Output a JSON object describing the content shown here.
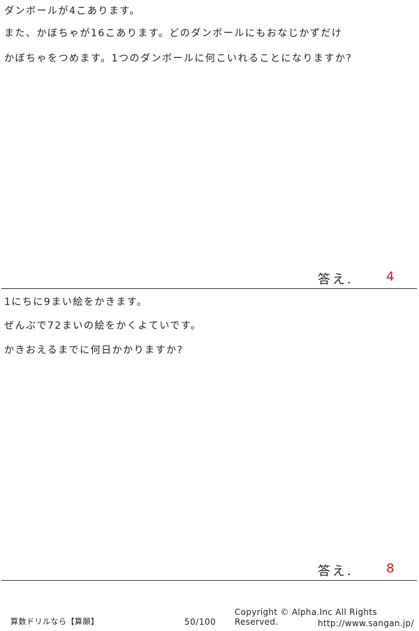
{
  "problems": [
    {
      "lines": [
        "ダンボールが4こあります。",
        "また、かぼちゃが16こあります。どのダンボールにもおなじかずだけ",
        "かぼちゃをつめます。1つのダンボールに何こいれることになりますか?"
      ],
      "answer_label": "答え.",
      "answer": "4"
    },
    {
      "lines": [
        "1にちに9まい絵をかきます。",
        "ぜんぶで72まいの絵をかくよていです。",
        "かきおえるまでに何日かかりますか?"
      ],
      "answer_label": "答え.",
      "answer": "8"
    }
  ],
  "footer": {
    "site_name": "算数ドリルなら【算願】",
    "page": "50/100",
    "copyright": "Copyright ©  Alpha.Inc All Rights Reserved.",
    "url": "http://www.sangan.jp/"
  }
}
